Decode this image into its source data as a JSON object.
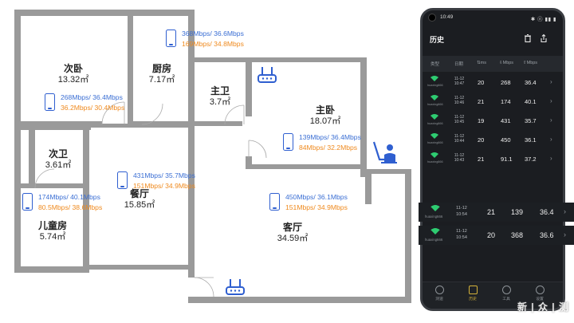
{
  "floorplan": {
    "rooms": [
      {
        "id": "cimo",
        "name": "次卧",
        "area": "13.32㎡"
      },
      {
        "id": "chufang",
        "name": "厨房",
        "area": "7.17㎡"
      },
      {
        "id": "zhuwei",
        "name": "主卫",
        "area": "3.7㎡"
      },
      {
        "id": "zhuwo",
        "name": "主卧",
        "area": "18.07㎡"
      },
      {
        "id": "ciwei",
        "name": "次卫",
        "area": "3.61㎡"
      },
      {
        "id": "canting",
        "name": "餐厅",
        "area": "15.85㎡"
      },
      {
        "id": "ertong",
        "name": "儿童房",
        "area": "5.74㎡"
      },
      {
        "id": "keting",
        "name": "客厅",
        "area": "34.59㎡"
      }
    ],
    "speeds": [
      {
        "id": "chufang",
        "blue": "368Mbps/ 36.6Mbps",
        "orange": "169Mbps/ 34.8Mbps"
      },
      {
        "id": "cimo",
        "blue": "268Mbps/ 36.4Mbps",
        "orange": "36.2Mbps/ 30.4Mbps"
      },
      {
        "id": "zhuwo",
        "blue": "139Mbps/ 36.4Mbps",
        "orange": "84Mbps/ 32.2Mbps"
      },
      {
        "id": "canting",
        "blue": "431Mbps/ 35.7Mbps",
        "orange": "151Mbps/ 34.9Mbps"
      },
      {
        "id": "keting",
        "blue": "450Mbps/ 36.1Mbps",
        "orange": "151Mbps/ 34.9Mbps"
      },
      {
        "id": "ertong",
        "blue": "174Mbps/ 40.1Mbps",
        "orange": "80.5Mbps/ 38.6Mbps"
      }
    ]
  },
  "phone": {
    "status_time": "10:49",
    "status_icons": "✱ ⓝ ▮▮ ▮",
    "title": "历史",
    "delete_icon": "trash-icon",
    "share_icon": "share-icon",
    "columns": [
      "类型",
      "日期",
      "⇅ms",
      "⇩Mbps",
      "⇧Mbps"
    ],
    "rows": [
      {
        "ssid": "huaxing666",
        "date_line1": "11-12",
        "date_line2": "10:47",
        "ping": "20",
        "down": "268",
        "up": "36.4"
      },
      {
        "ssid": "huaxing666",
        "date_line1": "11-12",
        "date_line2": "10:46",
        "ping": "21",
        "down": "174",
        "up": "40.1"
      },
      {
        "ssid": "huaxing666",
        "date_line1": "11-12",
        "date_line2": "10:45",
        "ping": "19",
        "down": "431",
        "up": "35.7"
      },
      {
        "ssid": "huaxing666",
        "date_line1": "11-12",
        "date_line2": "10:44",
        "ping": "20",
        "down": "450",
        "up": "36.1"
      },
      {
        "ssid": "huaxing666",
        "date_line1": "11-12",
        "date_line2": "10:43",
        "ping": "21",
        "down": "91.1",
        "up": "37.2"
      }
    ],
    "nav": [
      {
        "label": "测速",
        "active": false
      },
      {
        "label": "历史",
        "active": true
      },
      {
        "label": "工具",
        "active": false
      },
      {
        "label": "设置",
        "active": false
      }
    ]
  },
  "popup_rows": [
    {
      "ssid": "huaxing666",
      "date_line1": "11-12",
      "date_line2": "10:54",
      "ping": "21",
      "down": "139",
      "up": "36.4"
    },
    {
      "ssid": "huaxing666",
      "date_line1": "11-12",
      "date_line2": "10:54",
      "ping": "20",
      "down": "368",
      "up": "36.6"
    }
  ],
  "watermark": "新 | 众 | 测",
  "colors": {
    "blue_speed": "#3b6fd4",
    "orange_speed": "#ef8a1e",
    "wifi_green": "#2ecc71",
    "accent_gold": "#d4b23a"
  }
}
